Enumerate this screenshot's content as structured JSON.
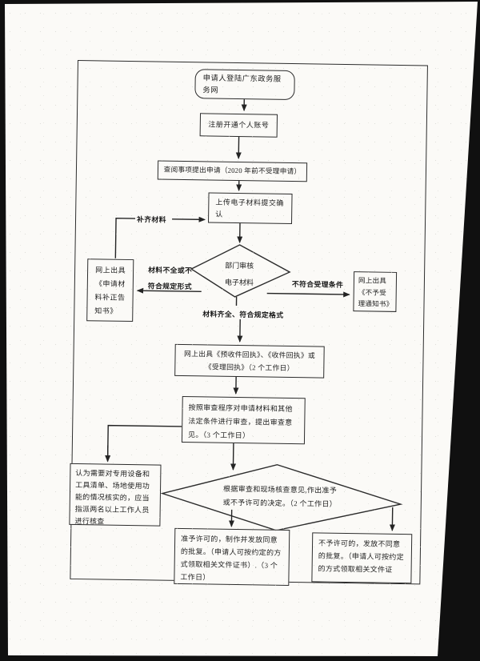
{
  "page": {
    "background": "#101010",
    "paper_color": "#fbfaf7",
    "ink_color": "#1e1e1e"
  },
  "flowchart": {
    "nodes": {
      "login": {
        "text": "申请人登陆广东政务服务网"
      },
      "register": {
        "text": "注册开通个人账号"
      },
      "apply": {
        "text": "查阅事项提出申请（2020 年前不受理申请）"
      },
      "upload": {
        "text": "上传电子材料提交确认"
      },
      "dept_review": {
        "line1": "部门审核",
        "line2": "电子材料"
      },
      "correction": {
        "text": "网上出具《申请材料补正告知书》"
      },
      "rejection": {
        "text": "网上出具《不予受理通知书》"
      },
      "receipt": {
        "text": "网上出具《预收件回执》、《收件回执》或《受理回执》（2 个工作日）"
      },
      "review": {
        "text": "按照审查程序对申请材料和其他法定条件进行审查，提出审查意见。（3 个工作日）"
      },
      "verify": {
        "text": "认为需要对专用设备和工具清单、场地使用功能的情况核实的，应当指派两名以上工作人员进行核查"
      },
      "decision": {
        "line1": "根据审查和现场核查意见,作出准予",
        "line2": "或不予许可的决定。（2 个工作日）"
      },
      "approve": {
        "text": "准予许可的，制作并发放同意的批复。（申请人可按约定的方式领取相关文件证书）.（3 个工作日）"
      },
      "deny": {
        "text": "不予许可的，发放不同意的批复。（申请人可按约定的方式领取相关文件证"
      }
    },
    "edge_labels": {
      "supplement": "补齐材料",
      "incomplete": "材料不全或不符合规定形式",
      "not_acceptable": "不符合受理条件",
      "complete": "材料齐全、符合规定格式"
    }
  }
}
